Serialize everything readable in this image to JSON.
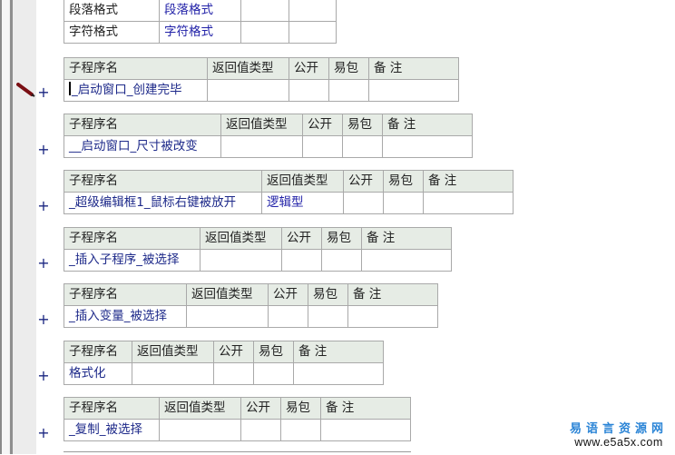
{
  "style_table": {
    "rows": [
      {
        "name": "段落格式",
        "value": "段落格式",
        "c3": "",
        "c4": ""
      },
      {
        "name": "字符格式",
        "value": "字符格式",
        "c3": "",
        "c4": ""
      }
    ]
  },
  "headers": {
    "name": "子程序名",
    "return_type": "返回值类型",
    "public": "公开",
    "easy_pkg": "易包",
    "remark": "备 注"
  },
  "subprograms": [
    {
      "name": "_启动窗口_创建完毕",
      "return_type": "",
      "public": "",
      "easy_pkg": "",
      "remark": "",
      "prefix_caret": true,
      "editing": true
    },
    {
      "name": "__启动窗口_尺寸被改变",
      "return_type": "",
      "public": "",
      "easy_pkg": "",
      "remark": ""
    },
    {
      "name": "_超级编辑框1_鼠标右键被放开",
      "return_type": "逻辑型",
      "public": "",
      "easy_pkg": "",
      "remark": ""
    },
    {
      "name": "_插入子程序_被选择",
      "return_type": "",
      "public": "",
      "easy_pkg": "",
      "remark": ""
    },
    {
      "name": "_插入变量_被选择",
      "return_type": "",
      "public": "",
      "easy_pkg": "",
      "remark": ""
    },
    {
      "name": "格式化",
      "return_type": "",
      "public": "",
      "easy_pkg": "",
      "remark": ""
    },
    {
      "name": "_复制_被选择",
      "return_type": "",
      "public": "",
      "easy_pkg": "",
      "remark": ""
    }
  ],
  "expand_symbol": "+",
  "icons": {
    "edit_marker": "pencil-icon",
    "expand": "plus-icon"
  },
  "colors": {
    "header_bg": "#e6ece5",
    "sub_name": "#1e2a8a",
    "type_value": "#2222a8",
    "gutter": "#ececec"
  },
  "watermark": {
    "cn": "易语言资源网",
    "url": "www.e5a5x.com"
  }
}
